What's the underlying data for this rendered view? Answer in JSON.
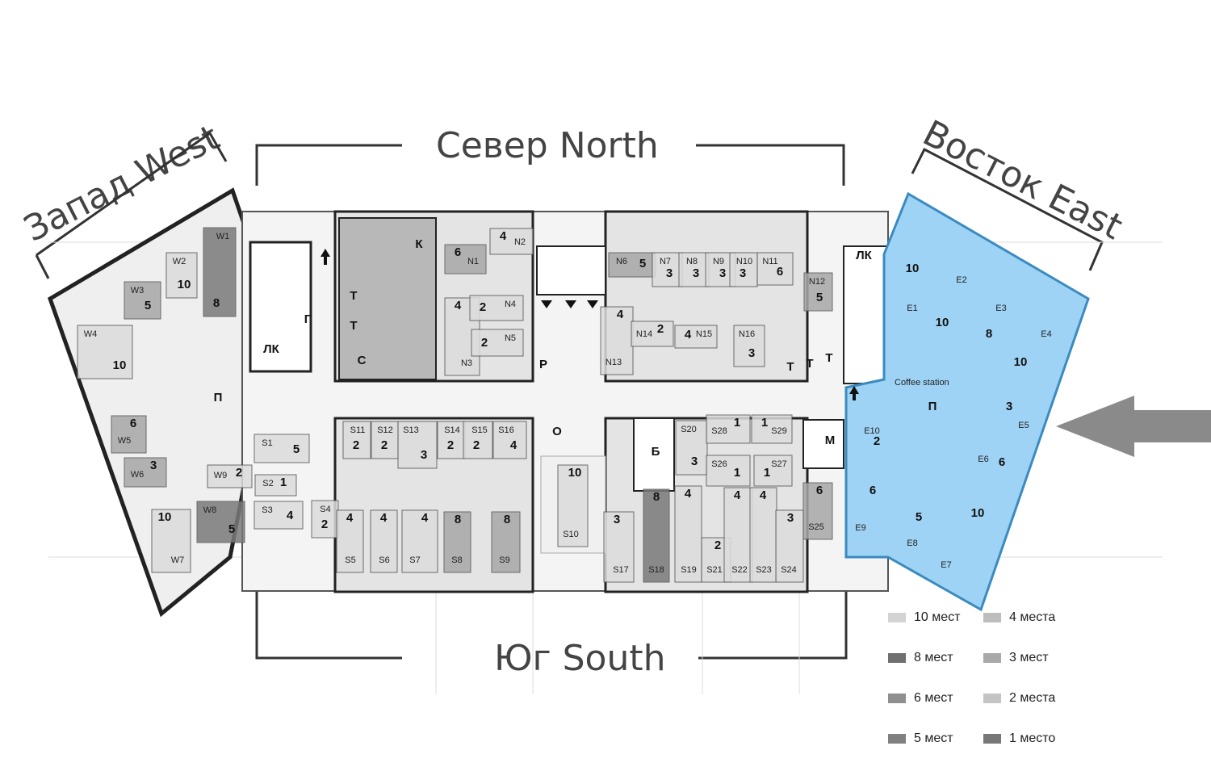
{
  "zones": {
    "west": "Запад West",
    "north": "Север North",
    "east": "Восток East",
    "south": "Юг South"
  },
  "colors": {
    "highlight": "#9fd3f5",
    "highlight_stroke": "#3a8bc0",
    "wall": "#222222",
    "room_light": "#d9d9d9",
    "room_mid": "#a9a9a9",
    "room_dark": "#7c7c7c",
    "arrow": "#8a8a8a"
  },
  "rooms": [
    {
      "code": "W1",
      "seats": "8",
      "shade": "dark"
    },
    {
      "code": "W2",
      "seats": "10",
      "shade": "light"
    },
    {
      "code": "W3",
      "seats": "5",
      "shade": "mid"
    },
    {
      "code": "W4",
      "seats": "10",
      "shade": "light"
    },
    {
      "code": "W5",
      "seats": "6",
      "shade": "mid"
    },
    {
      "code": "W6",
      "seats": "3",
      "shade": "mid"
    },
    {
      "code": "W7",
      "seats": "10",
      "shade": "light"
    },
    {
      "code": "W8",
      "seats": "5",
      "shade": "dark"
    },
    {
      "code": "W9",
      "seats": "2",
      "shade": "light"
    },
    {
      "code": "N1",
      "seats": "6",
      "shade": "mid"
    },
    {
      "code": "N2",
      "seats": "4",
      "shade": "light"
    },
    {
      "code": "N3",
      "seats": "4",
      "shade": "light"
    },
    {
      "code": "N4",
      "seats": "2",
      "shade": "light"
    },
    {
      "code": "N5",
      "seats": "2",
      "shade": "light"
    },
    {
      "code": "N6",
      "seats": "5",
      "shade": "mid"
    },
    {
      "code": "N7",
      "seats": "3",
      "shade": "light"
    },
    {
      "code": "N8",
      "seats": "3",
      "shade": "light"
    },
    {
      "code": "N9",
      "seats": "3",
      "shade": "light"
    },
    {
      "code": "N10",
      "seats": "3",
      "shade": "light"
    },
    {
      "code": "N11",
      "seats": "6",
      "shade": "light"
    },
    {
      "code": "N12",
      "seats": "5",
      "shade": "mid"
    },
    {
      "code": "N13",
      "seats": "4",
      "shade": "light"
    },
    {
      "code": "N14",
      "seats": "2",
      "shade": "light"
    },
    {
      "code": "N15",
      "seats": "4",
      "shade": "light"
    },
    {
      "code": "N16",
      "seats": "3",
      "shade": "light"
    },
    {
      "code": "S1",
      "seats": "5",
      "shade": "light"
    },
    {
      "code": "S2",
      "seats": "1",
      "shade": "light"
    },
    {
      "code": "S3",
      "seats": "4",
      "shade": "light"
    },
    {
      "code": "S4",
      "seats": "2",
      "shade": "light"
    },
    {
      "code": "S5",
      "seats": "4",
      "shade": "light"
    },
    {
      "code": "S6",
      "seats": "4",
      "shade": "light"
    },
    {
      "code": "S7",
      "seats": "4",
      "shade": "light"
    },
    {
      "code": "S8",
      "seats": "8",
      "shade": "mid"
    },
    {
      "code": "S9",
      "seats": "8",
      "shade": "mid"
    },
    {
      "code": "S10",
      "seats": "10",
      "shade": "light"
    },
    {
      "code": "S11",
      "seats": "2",
      "shade": "light"
    },
    {
      "code": "S12",
      "seats": "2",
      "shade": "light"
    },
    {
      "code": "S13",
      "seats": "3",
      "shade": "light"
    },
    {
      "code": "S14",
      "seats": "2",
      "shade": "light"
    },
    {
      "code": "S15",
      "seats": "2",
      "shade": "light"
    },
    {
      "code": "S16",
      "seats": "4",
      "shade": "light"
    },
    {
      "code": "S17",
      "seats": "3",
      "shade": "light"
    },
    {
      "code": "S18",
      "seats": "8",
      "shade": "dark"
    },
    {
      "code": "S19",
      "seats": "4",
      "shade": "light"
    },
    {
      "code": "S20",
      "seats": "3",
      "shade": "light"
    },
    {
      "code": "S21",
      "seats": "2",
      "shade": "light"
    },
    {
      "code": "S22",
      "seats": "4",
      "shade": "light"
    },
    {
      "code": "S23",
      "seats": "4",
      "shade": "light"
    },
    {
      "code": "S24",
      "seats": "3",
      "shade": "light"
    },
    {
      "code": "S25",
      "seats": "6",
      "shade": "mid"
    },
    {
      "code": "S26",
      "seats": "1",
      "shade": "light"
    },
    {
      "code": "S27",
      "seats": "1",
      "shade": "light"
    },
    {
      "code": "S28",
      "seats": "1",
      "shade": "light"
    },
    {
      "code": "S29",
      "seats": "1",
      "shade": "light"
    },
    {
      "code": "E1",
      "seats": "10",
      "shade": "blue"
    },
    {
      "code": "E2",
      "seats": "10",
      "shade": "blue"
    },
    {
      "code": "E3",
      "seats": "8",
      "shade": "blue"
    },
    {
      "code": "E4",
      "seats": "10",
      "shade": "blue"
    },
    {
      "code": "E5",
      "seats": "3",
      "shade": "blue"
    },
    {
      "code": "E6",
      "seats": "6",
      "shade": "blue"
    },
    {
      "code": "E7",
      "seats": "10",
      "shade": "blue"
    },
    {
      "code": "E8",
      "seats": "5",
      "shade": "blue"
    },
    {
      "code": "E9",
      "seats": "6",
      "shade": "blue"
    },
    {
      "code": "E10",
      "seats": "2",
      "shade": "blue"
    }
  ],
  "facilities": [
    {
      "letter": "К"
    },
    {
      "letter": "Т"
    },
    {
      "letter": "Т"
    },
    {
      "letter": "С"
    },
    {
      "letter": "Г"
    },
    {
      "letter": "ЛК"
    },
    {
      "letter": "ЛК"
    },
    {
      "letter": "П"
    },
    {
      "letter": "П"
    },
    {
      "letter": "Р"
    },
    {
      "letter": "О"
    },
    {
      "letter": "Б"
    },
    {
      "letter": "М"
    },
    {
      "letter": "Т"
    },
    {
      "letter": "Т"
    },
    {
      "letter": "Т"
    }
  ],
  "annotations": {
    "coffee": "Coffee station"
  },
  "legend": [
    {
      "label": "10 мест",
      "color": "#d3d3d3"
    },
    {
      "label": "4 места",
      "color": "#bdbdbd"
    },
    {
      "label": "8 мест",
      "color": "#6f6f6f"
    },
    {
      "label": "3 мест",
      "color": "#a9a9a9"
    },
    {
      "label": "6 мест",
      "color": "#8f8f8f"
    },
    {
      "label": "2 места",
      "color": "#c4c4c4"
    },
    {
      "label": "5 мест",
      "color": "#808080"
    },
    {
      "label": "1 место",
      "color": "#777777"
    }
  ]
}
